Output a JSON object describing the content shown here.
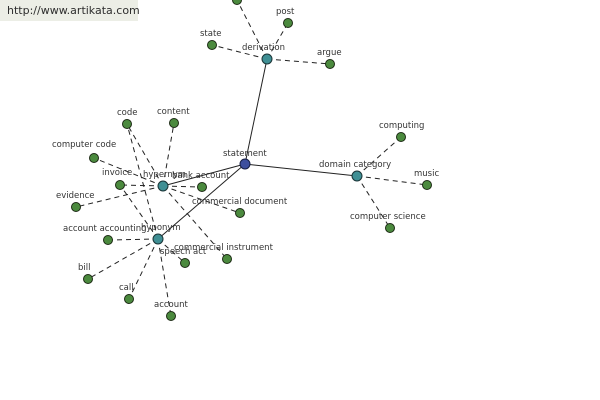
{
  "watermark": "http://www.artikata.com",
  "graph": {
    "root": "statement",
    "relations": [
      "derivation",
      "domain category",
      "hypernym",
      "hyponym"
    ],
    "nodes": [
      {
        "id": "statement",
        "label": "statement",
        "kind": "root"
      },
      {
        "id": "derivation",
        "label": "derivation",
        "kind": "relation"
      },
      {
        "id": "domain-category",
        "label": "domain category",
        "kind": "relation"
      },
      {
        "id": "hypernym",
        "label": "hypernym",
        "kind": "relation"
      },
      {
        "id": "hyponym",
        "label": "hyponym",
        "kind": "relation"
      },
      {
        "id": "state",
        "label": "state",
        "kind": "leaf"
      },
      {
        "id": "post",
        "label": "post",
        "kind": "leaf"
      },
      {
        "id": "argue",
        "label": "argue",
        "kind": "leaf"
      },
      {
        "id": "top1",
        "label": "",
        "kind": "leaf"
      },
      {
        "id": "computing",
        "label": "computing",
        "kind": "leaf"
      },
      {
        "id": "music",
        "label": "music",
        "kind": "leaf"
      },
      {
        "id": "computer-science",
        "label": "computer science",
        "kind": "leaf"
      },
      {
        "id": "code",
        "label": "code",
        "kind": "leaf"
      },
      {
        "id": "content",
        "label": "content",
        "kind": "leaf"
      },
      {
        "id": "computer-code",
        "label": "computer code",
        "kind": "leaf"
      },
      {
        "id": "invoice",
        "label": "invoice",
        "kind": "leaf"
      },
      {
        "id": "bank-account",
        "label": "bank account",
        "kind": "leaf"
      },
      {
        "id": "evidence",
        "label": "evidence",
        "kind": "leaf"
      },
      {
        "id": "commercial-document",
        "label": "commercial document",
        "kind": "leaf"
      },
      {
        "id": "account-accounting",
        "label": "account accounting",
        "kind": "leaf"
      },
      {
        "id": "commercial-instrument",
        "label": "commercial instrument",
        "kind": "leaf"
      },
      {
        "id": "speech-act",
        "label": "speech act",
        "kind": "leaf"
      },
      {
        "id": "bill",
        "label": "bill",
        "kind": "leaf"
      },
      {
        "id": "call",
        "label": "call",
        "kind": "leaf"
      },
      {
        "id": "account",
        "label": "account",
        "kind": "leaf"
      }
    ],
    "edges": [
      {
        "from": "statement",
        "to": "derivation",
        "style": "solid"
      },
      {
        "from": "statement",
        "to": "domain-category",
        "style": "solid"
      },
      {
        "from": "statement",
        "to": "hypernym",
        "style": "solid"
      },
      {
        "from": "statement",
        "to": "hyponym",
        "style": "solid"
      },
      {
        "from": "derivation",
        "to": "state",
        "style": "dashed"
      },
      {
        "from": "derivation",
        "to": "post",
        "style": "dashed"
      },
      {
        "from": "derivation",
        "to": "argue",
        "style": "dashed"
      },
      {
        "from": "derivation",
        "to": "top1",
        "style": "dashed"
      },
      {
        "from": "domain-category",
        "to": "computing",
        "style": "dashed"
      },
      {
        "from": "domain-category",
        "to": "music",
        "style": "dashed"
      },
      {
        "from": "domain-category",
        "to": "computer-science",
        "style": "dashed"
      },
      {
        "from": "hypernym",
        "to": "code",
        "style": "dashed"
      },
      {
        "from": "hypernym",
        "to": "content",
        "style": "dashed"
      },
      {
        "from": "hypernym",
        "to": "computer-code",
        "style": "dashed"
      },
      {
        "from": "hypernym",
        "to": "invoice",
        "style": "dashed"
      },
      {
        "from": "hypernym",
        "to": "bank-account",
        "style": "dashed"
      },
      {
        "from": "hypernym",
        "to": "evidence",
        "style": "dashed"
      },
      {
        "from": "hypernym",
        "to": "commercial-document",
        "style": "dashed"
      },
      {
        "from": "hypernym",
        "to": "commercial-instrument",
        "style": "dashed"
      },
      {
        "from": "hyponym",
        "to": "account-accounting",
        "style": "dashed"
      },
      {
        "from": "hyponym",
        "to": "speech-act",
        "style": "dashed"
      },
      {
        "from": "hyponym",
        "to": "bill",
        "style": "dashed"
      },
      {
        "from": "hyponym",
        "to": "call",
        "style": "dashed"
      },
      {
        "from": "hyponym",
        "to": "account",
        "style": "dashed"
      },
      {
        "from": "hyponym",
        "to": "invoice",
        "style": "dashed"
      },
      {
        "from": "hyponym",
        "to": "code",
        "style": "dashed"
      }
    ]
  }
}
